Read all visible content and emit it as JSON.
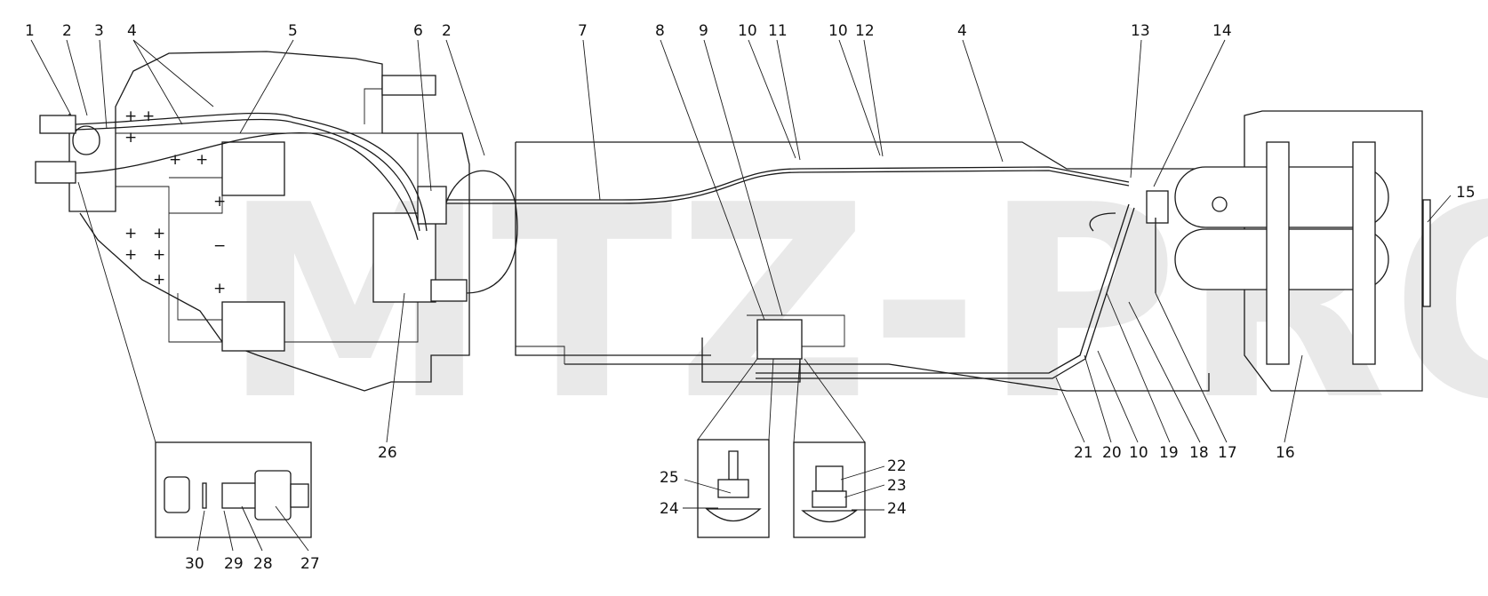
{
  "watermark": "MTZ-PRO",
  "top_callouts": [
    "1",
    "2",
    "3",
    "4",
    "5",
    "6",
    "2",
    "7",
    "8",
    "9",
    "10",
    "11",
    "10",
    "12",
    "4",
    "13",
    "14"
  ],
  "right_callouts": [
    "15"
  ],
  "bottom_callouts": [
    "26",
    "21",
    "20",
    "10",
    "19",
    "18",
    "17",
    "16"
  ],
  "detail_left_callouts": [
    "30",
    "29",
    "28",
    "27"
  ],
  "detail_mid_callouts": [
    "25",
    "24"
  ],
  "detail_right_callouts": [
    "22",
    "23",
    "24"
  ],
  "sign_plus": "+",
  "sign_minus": "−"
}
